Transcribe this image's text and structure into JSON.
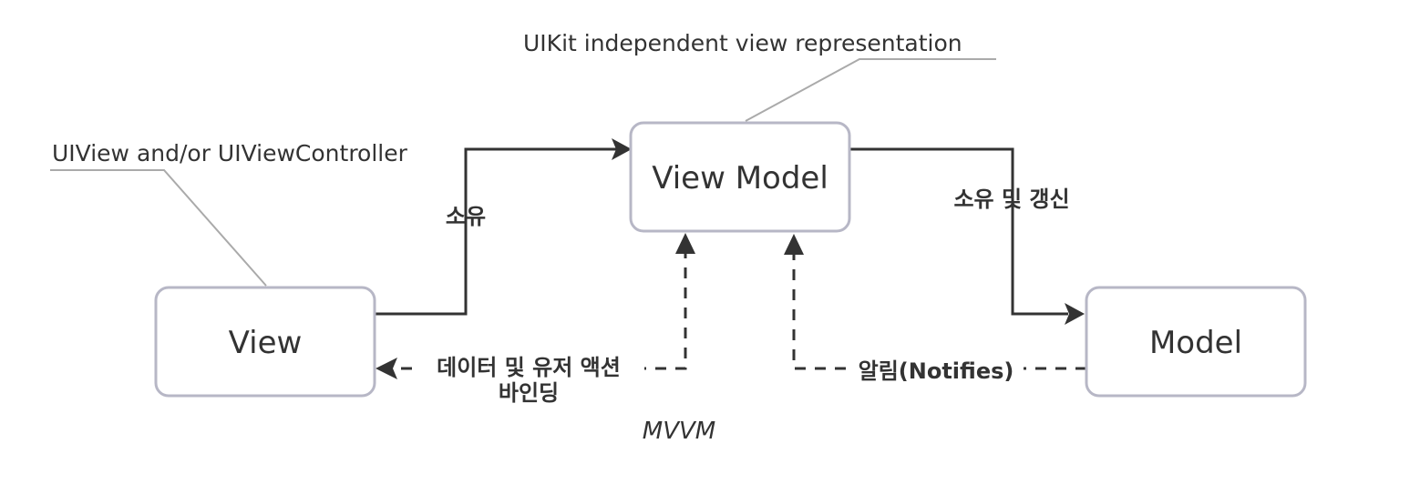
{
  "nodes": {
    "view": "View",
    "view_model": "View Model",
    "model": "Model"
  },
  "annotations": {
    "view_annotation": "UIView and/or UIViewController",
    "view_model_annotation": "UIKit independent view representation"
  },
  "edges": {
    "view_to_view_model": "소유",
    "view_model_to_model": "소유 및 갱신",
    "binding_line_1": "데이터 및 유저 액션",
    "binding_line_2": "바인딩",
    "notifies": "알림(Notifies)"
  },
  "caption": "MVVM",
  "colors": {
    "node_border": "#b7b7c6",
    "edge": "#333333",
    "leader_line": "#aaaaaa",
    "text": "#333333"
  }
}
